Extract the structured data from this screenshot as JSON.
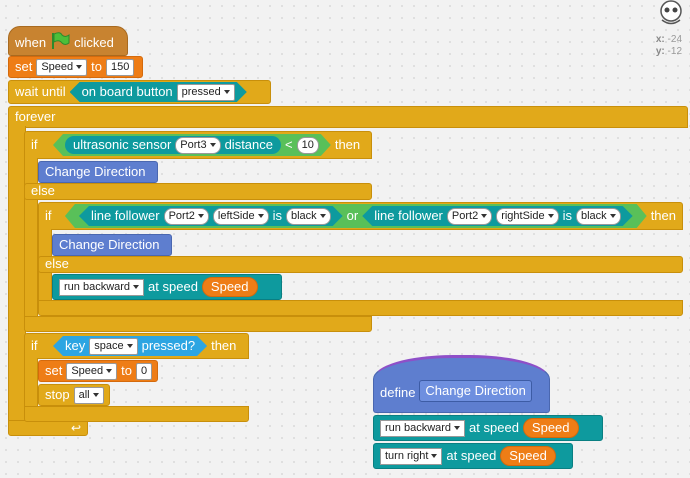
{
  "hat": {
    "when_label": "when",
    "clicked_label": "clicked"
  },
  "set_speed_1": {
    "set_label": "set",
    "var": "Speed",
    "to_label": "to",
    "value": "150"
  },
  "wait_until": {
    "label": "wait until",
    "hat_label": "on board button",
    "state": "pressed"
  },
  "forever": {
    "label": "forever"
  },
  "if1": {
    "if_label": "if",
    "then_label": "then",
    "sensor_label": "ultrasonic sensor",
    "port": "Port3",
    "distance_label": "distance",
    "op": "<",
    "value": "10",
    "call": "Change Direction",
    "else_label": "else"
  },
  "if2": {
    "if_label": "if",
    "then_label": "then",
    "lf1_label": "line follower",
    "lf1_port": "Port2",
    "lf1_side": "leftSide",
    "is1": "is",
    "lf1_color": "black",
    "or_label": "or",
    "lf2_label": "line follower",
    "lf2_port": "Port2",
    "lf2_side": "rightSide",
    "is2": "is",
    "lf2_color": "black",
    "call": "Change Direction",
    "else_label": "else",
    "run_dir": "run backward",
    "at_speed": "at speed",
    "speed_var": "Speed"
  },
  "if3": {
    "if_label": "if",
    "then_label": "then",
    "key_label": "key",
    "key": "space",
    "pressed_label": "pressed?",
    "set_label": "set",
    "var": "Speed",
    "to_label": "to",
    "value": "0",
    "stop_label": "stop",
    "stop_opt": "all"
  },
  "define": {
    "define_label": "define",
    "name": "Change Direction",
    "b1_dir": "run backward",
    "b1_at": "at speed",
    "b1_var": "Speed",
    "b2_dir": "turn right",
    "b2_at": "at speed",
    "b2_var": "Speed"
  },
  "stage": {
    "x_label": "x:",
    "x_value": "-24",
    "y_label": "y:",
    "y_value": "-12"
  },
  "colors": {
    "control": "#e1a91a",
    "events": "#c88330",
    "data": "#ee7d16",
    "custom": "#5e7ecf",
    "robot": "#0e9a9e",
    "operator": "#59c059",
    "sensing": "#2ca5e2"
  }
}
